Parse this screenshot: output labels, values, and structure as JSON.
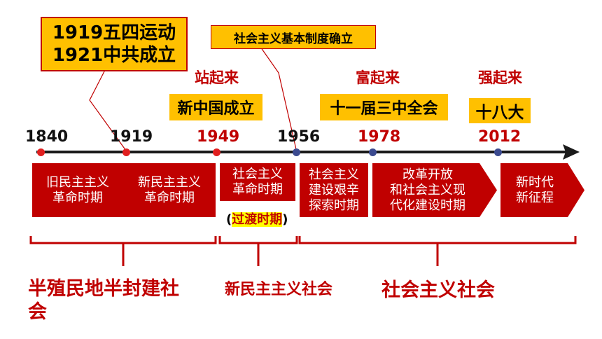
{
  "events": {
    "wusi_line1": "1919五四运动",
    "wusi_line2": "1921中共成立",
    "system_established": "社会主义基本制度确立"
  },
  "phrases": {
    "stand_up": "站起来",
    "get_rich": "富起来",
    "get_strong": "强起来"
  },
  "tags": {
    "new_china": "新中国成立",
    "third_plenum": "十一届三中全会",
    "eighteenth_congress": "十八大"
  },
  "years": [
    "1840",
    "1919",
    "1949",
    "1956",
    "1978",
    "2012"
  ],
  "periods": {
    "old_democratic": "旧民主主义\n革命时期",
    "new_democratic": "新民主主义\n革命时期",
    "socialist_revolution": "社会主义\n革命时期",
    "transition_paren_open": "(",
    "transition": "过渡时期",
    "transition_paren_close": ")",
    "socialist_construction": "社会主义\n建设艰辛\n探索时期",
    "reform": "改革开放\n和社会主义现\n代化建设时期",
    "new_era": "新时代\n新征程"
  },
  "societies": {
    "semi_colonial_1": "半殖民地半封建社",
    "semi_colonial_2": "会",
    "new_democratic_society": "新民主主义社会",
    "socialist_society": "社会主义社会"
  },
  "colors": {
    "accent_red": "#c00000",
    "highlight_yellow": "#ffc000",
    "text_yellow_bg": "#ffff00",
    "axis_dark": "#1a1a1a",
    "dot_red": "#e01f1f",
    "dot_blue": "#3b4a8f"
  }
}
